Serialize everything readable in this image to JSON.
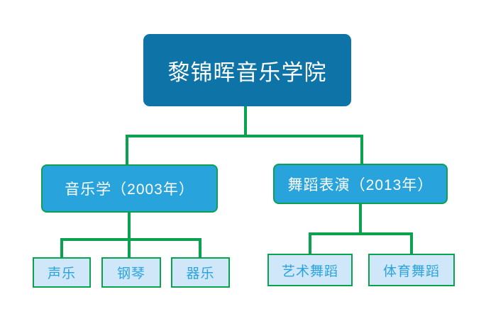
{
  "colors": {
    "rootBlue": "#0e74a8",
    "branchBlue": "#29a3dc",
    "leafBlue": "#cfe7f8",
    "leafText": "#2ba3dc",
    "green": "#0aa14f"
  },
  "tree": {
    "root": {
      "label": "黎锦晖音乐学院"
    },
    "branches": [
      {
        "label": "音乐学（2003年）",
        "children": [
          {
            "label": "声乐"
          },
          {
            "label": "钢琴"
          },
          {
            "label": "器乐"
          }
        ]
      },
      {
        "label": "舞蹈表演（2013年）",
        "children": [
          {
            "label": "艺术舞蹈"
          },
          {
            "label": "体育舞蹈"
          }
        ]
      }
    ]
  }
}
